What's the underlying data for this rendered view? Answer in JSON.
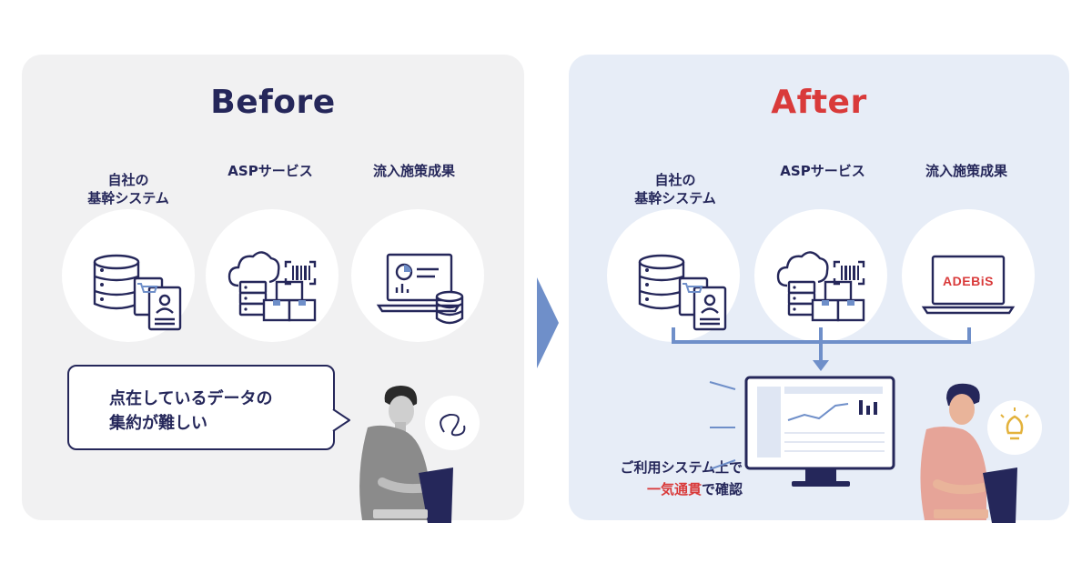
{
  "before": {
    "title": "Before",
    "items": [
      {
        "label_line1": "自社の",
        "label_line2": "基幹システム",
        "icon": "database-document-icon"
      },
      {
        "label": "ASPサービス",
        "icon": "cloud-server-barcode-icon"
      },
      {
        "label": "流入施策成果",
        "icon": "laptop-chart-coins-icon"
      }
    ],
    "bubble_line1": "点在しているデータの",
    "bubble_line2": "集約が難しい",
    "person_icon": "confused-person-icon"
  },
  "after": {
    "title": "After",
    "items": [
      {
        "label_line1": "自社の",
        "label_line2": "基幹システム",
        "icon": "database-document-icon"
      },
      {
        "label": "ASPサービス",
        "icon": "cloud-server-barcode-icon"
      },
      {
        "label": "流入施策成果",
        "icon": "laptop-adebis-icon",
        "logo_text": "ADEBiS"
      }
    ],
    "caption_line1": "ご利用システム上で",
    "caption_highlight": "一気通貫",
    "caption_rest": "で確認",
    "person_icon": "idea-person-icon"
  },
  "colors": {
    "navy": "#25275a",
    "red": "#d93a3a",
    "blue": "#6f8fc9",
    "before_bg": "#f1f1f2",
    "after_bg": "#e7edf7"
  }
}
